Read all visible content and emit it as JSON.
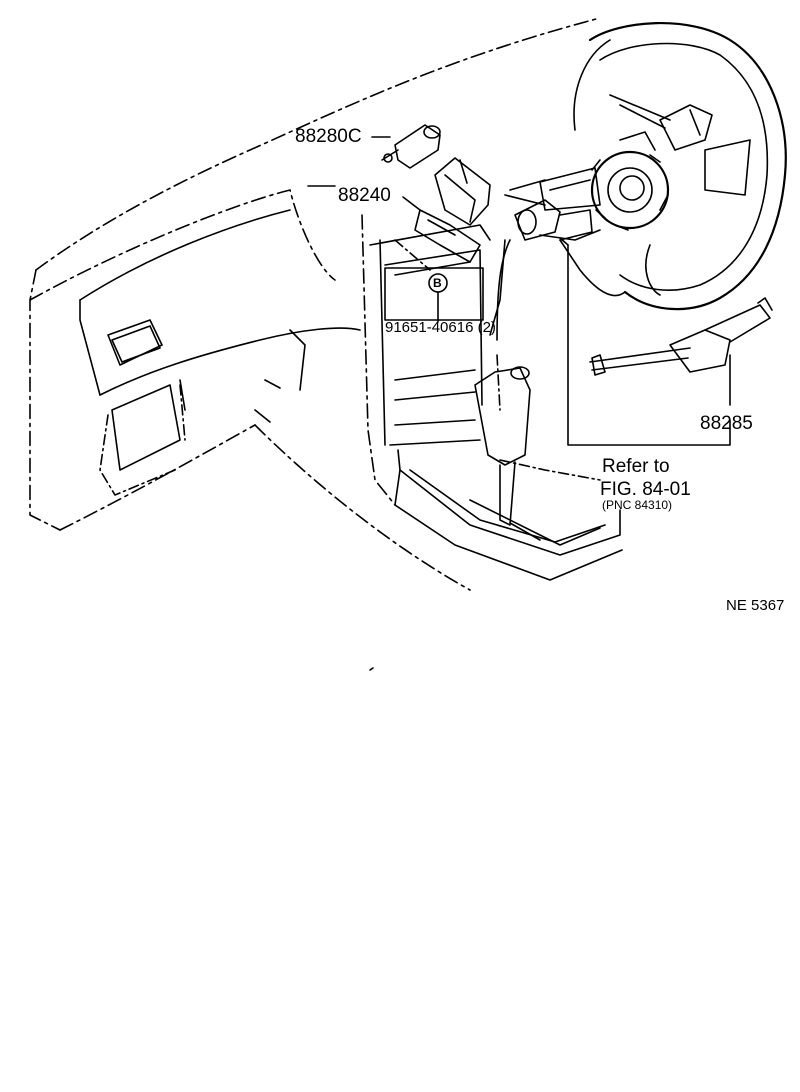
{
  "labels": {
    "part_88280c": "88280C",
    "part_88240": "88240",
    "callout_b": "B",
    "bolt": "91651-40616 (2)",
    "part_88285": "88285",
    "refer_line1": "Refer to",
    "refer_line2": "FIG. 84-01",
    "refer_line3": "(PNC 84310)",
    "figure_id": "NE 5367"
  }
}
